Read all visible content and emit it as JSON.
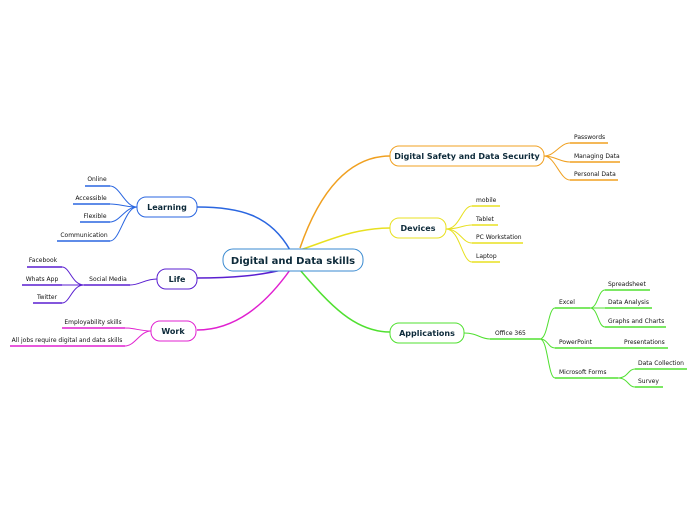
{
  "root": {
    "label": "Digital and Data skills"
  },
  "colors": {
    "learning": "#2a66e0",
    "life": "#5a1fd0",
    "work": "#e020d0",
    "safety": "#f0a020",
    "devices": "#e8e020",
    "applications": "#50e030"
  },
  "branches": {
    "learning": {
      "label": "Learning",
      "children": [
        "Online",
        "Accessible",
        "Flexible",
        "Communication"
      ]
    },
    "life": {
      "label": "Life",
      "sub": "Social Media",
      "children": [
        "Facebook",
        "Whats App",
        "Twitter"
      ]
    },
    "work": {
      "label": "Work",
      "children": [
        "Employability skills",
        "All jobs require digital and data skills"
      ]
    },
    "safety": {
      "label": "Digital Safety and Data Security",
      "children": [
        "Passwords",
        "Managing Data",
        "Personal Data"
      ]
    },
    "devices": {
      "label": "Devices",
      "children": [
        "mobile",
        "Tablet",
        "PC Workstation",
        "Laptop"
      ]
    },
    "applications": {
      "label": "Applications",
      "sub": "Office 365",
      "groups": [
        {
          "label": "Excel",
          "children": [
            "Spreadsheet",
            "Data Analysis",
            "Graphs and Charts"
          ]
        },
        {
          "label": "PowerPoint",
          "children": [
            "Presentations"
          ]
        },
        {
          "label": "Microsoft Forms",
          "children": [
            "Data Collection",
            "Survey"
          ]
        }
      ]
    }
  }
}
